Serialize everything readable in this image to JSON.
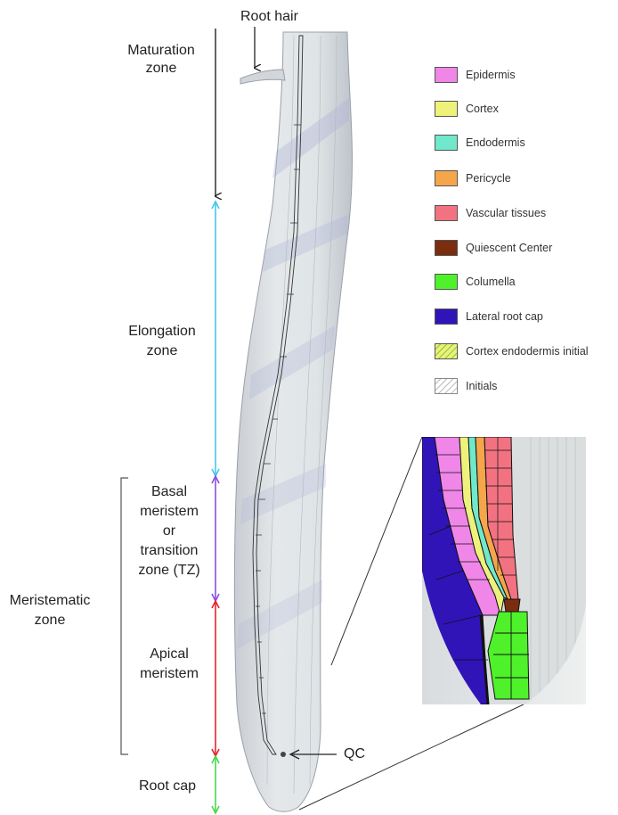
{
  "labels": {
    "root_hair": "Root hair",
    "maturation": [
      "Maturation",
      "zone"
    ],
    "elongation": [
      "Elongation",
      "zone"
    ],
    "basal": [
      "Basal",
      "meristem",
      "or",
      "transition",
      "zone (TZ)"
    ],
    "meristematic": [
      "Meristematic",
      "zone"
    ],
    "apical": [
      "Apical",
      "meristem"
    ],
    "root_cap": "Root cap",
    "qc": "QC"
  },
  "legend": [
    {
      "label": "Epidermis",
      "color": "#ef86e8",
      "pattern": "solid"
    },
    {
      "label": "Cortex",
      "color": "#eef27a",
      "pattern": "solid"
    },
    {
      "label": "Endodermis",
      "color": "#6fe8cc",
      "pattern": "solid"
    },
    {
      "label": "Pericycle",
      "color": "#f5a54a",
      "pattern": "solid"
    },
    {
      "label": "Vascular tissues",
      "color": "#f27281",
      "pattern": "solid"
    },
    {
      "label": "Quiescent Center",
      "color": "#7a2e0e",
      "pattern": "solid"
    },
    {
      "label": "Columella",
      "color": "#4ff12b",
      "pattern": "solid"
    },
    {
      "label": "Lateral root cap",
      "color": "#3014b8",
      "pattern": "solid"
    },
    {
      "label": "Cortex endodermis initial",
      "color": "#cfe64a",
      "pattern": "hatch-green"
    },
    {
      "label": "Initials",
      "color": "#ffffff",
      "pattern": "hatch-gray"
    }
  ],
  "zone_colors": {
    "maturation": "#222222",
    "elongation": "#46c6ee",
    "basal": "#8a4fe0",
    "apical": "#e8232d",
    "root_cap": "#48d84a"
  }
}
